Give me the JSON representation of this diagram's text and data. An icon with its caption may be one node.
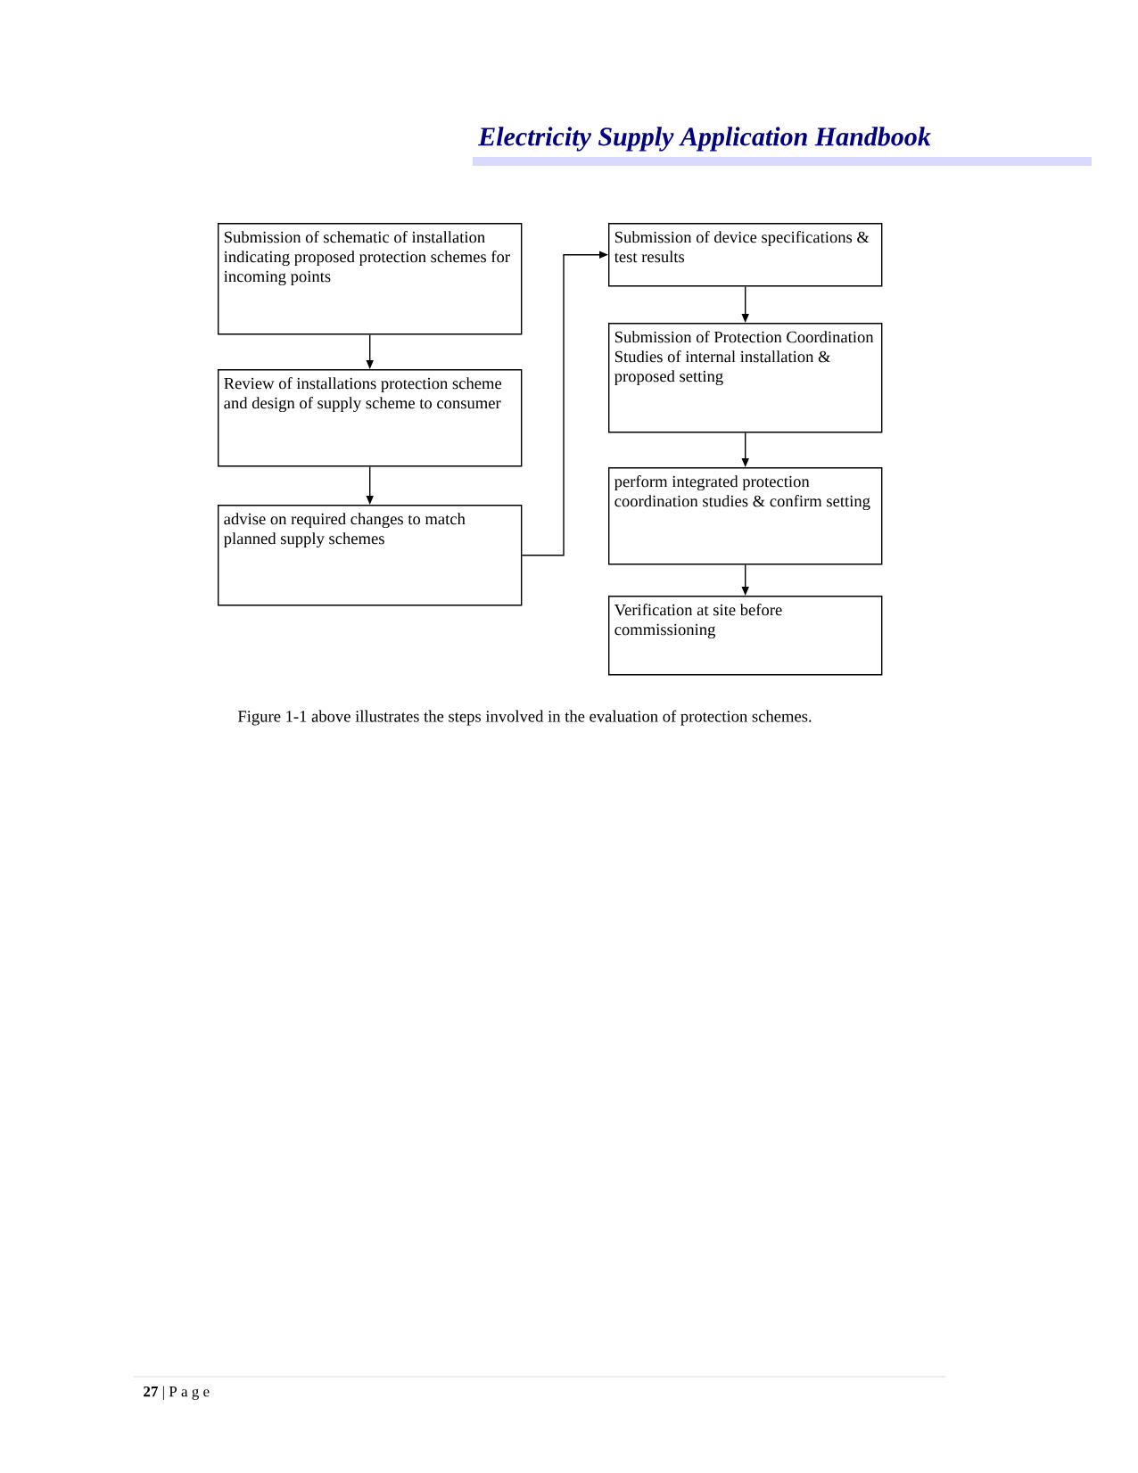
{
  "diagram": {
    "title": "Electricity Supply Application Handbook",
    "caption": "Figure 1-1 above illustrates the steps involved in the evaluation of protection schemes.",
    "nodes": [
      {
        "text": [
          "Submission of schematic of installation indicating proposed protection schemes for incoming points"
        ]
      },
      {
        "text": [
          "Review of installations protection scheme and design of supply scheme to consumer"
        ]
      },
      {
        "text": [
          "advise on required changes to match planned supply schemes"
        ]
      },
      {
        "text": [
          "Submission of device specifications & test results"
        ]
      },
      {
        "text": [
          "Submission of Protection Coordination Studies of internal installation & proposed setting"
        ]
      },
      {
        "text": [
          "perform integrated protection coordination studies & confirm setting"
        ]
      },
      {
        "text": [
          "Verification at site before commissioning"
        ]
      }
    ],
    "edges": [
      {
        "from": 0,
        "to": 1,
        "arrow": "to"
      },
      {
        "from": 1,
        "to": 2,
        "arrow": "to"
      },
      {
        "from": 2,
        "to": 3,
        "arrow": "to"
      },
      {
        "from": 3,
        "to": 4,
        "arrow": "to"
      },
      {
        "from": 4,
        "to": 5,
        "arrow": "to"
      },
      {
        "from": 5,
        "to": 6,
        "arrow": "to"
      }
    ],
    "labels": [
      "**27** | P a g e"
    ]
  }
}
